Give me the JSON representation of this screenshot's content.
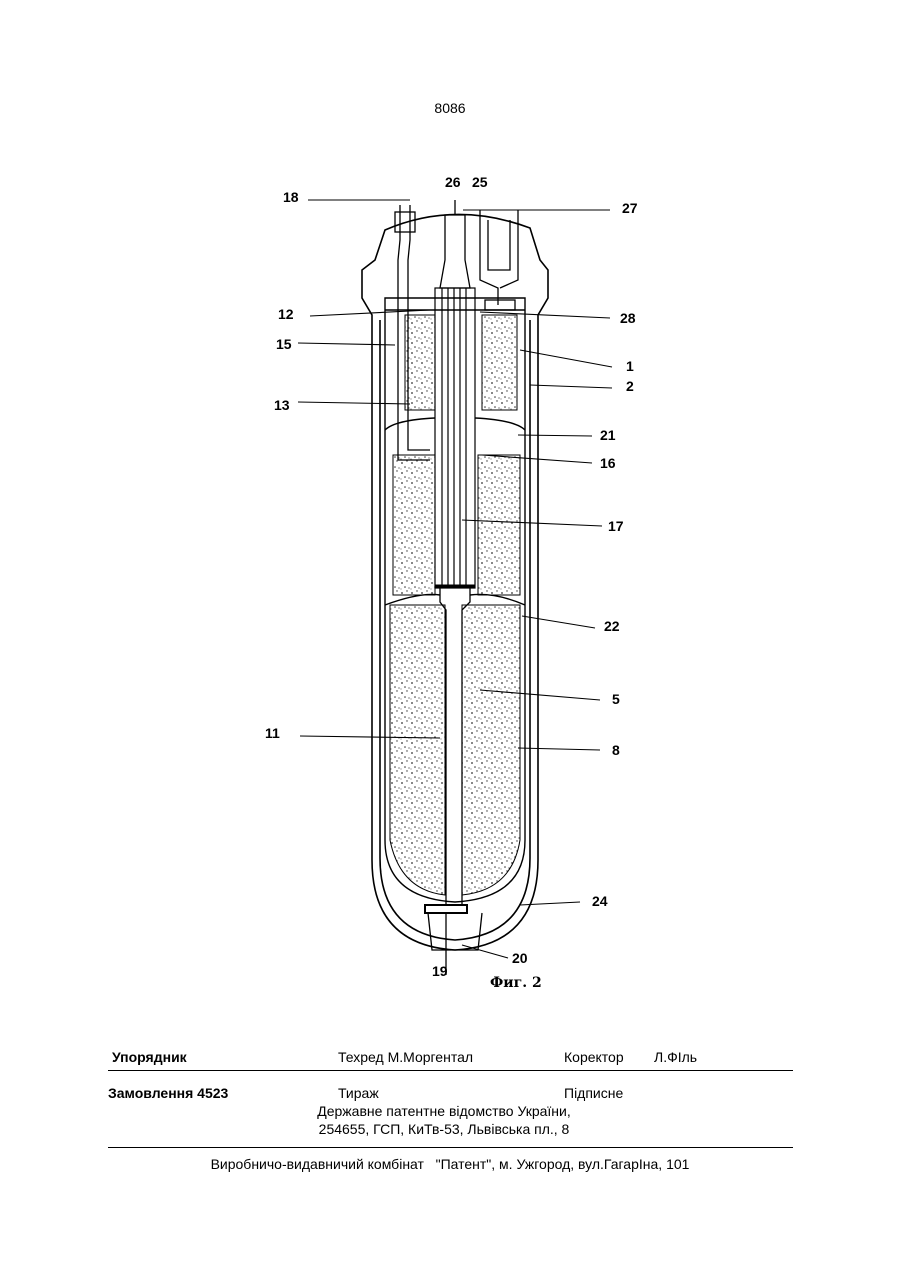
{
  "page_number": "8086",
  "figure": {
    "caption": "Фиг. 2",
    "callouts": {
      "c18": "18",
      "c26": "26",
      "c25": "25",
      "c27": "27",
      "c12": "12",
      "c28": "28",
      "c15": "15",
      "c1": "1",
      "c2": "2",
      "c13": "13",
      "c21": "21",
      "c16": "16",
      "c17": "17",
      "c22": "22",
      "c5": "5",
      "c11": "11",
      "c8": "8",
      "c24": "24",
      "c20": "20",
      "c19": "19"
    }
  },
  "imprint": {
    "compiler_label": "Упорядник",
    "tech_editor": "Техред М.Моргентал",
    "corrector_label": "Коректор",
    "corrector_name": "Л.ФІль",
    "order": "Замовлення 4523",
    "circulation": "Тираж",
    "subscription": "Підписне",
    "office_line1": "Державне патентне відомство України,",
    "office_line2": "254655, ГСП, КиТв-53, Львівська пл., 8",
    "publisher": "Виробничо-видавничий комбінат   \"Патент\", м. Ужгород, вул.ГагарІна, 101"
  }
}
